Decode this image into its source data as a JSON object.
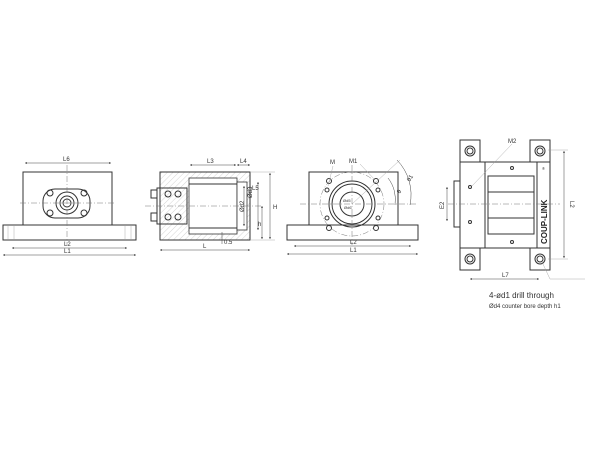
{
  "front_view": {
    "labels": {
      "top_width": "L6",
      "hole_pitch": "L2",
      "overall_length": "L1"
    }
  },
  "section_view": {
    "labels": {
      "body_depth": "L3",
      "counterbore_depth": "L4",
      "step": "L5",
      "bore_d2": "Ød2",
      "bore_d3": "Ød3",
      "height": "H",
      "center_height": "h",
      "clearance": "0.5",
      "length": "L"
    }
  },
  "end_view": {
    "labels": {
      "thread_m": "M",
      "thread_m1": "M1",
      "angle_1": "θ1",
      "angle_2": "θ",
      "inner_d5": "Ød5",
      "inner_d6": "Ød6",
      "hole_pitch": "L2",
      "overall_length": "L1"
    }
  },
  "top_view": {
    "labels": {
      "thread_m2": "M2",
      "width_e2": "E2",
      "hole_pitch": "L2",
      "hole_pitch_l7": "L7",
      "brand": "COUP-LINK",
      "registered": "®"
    }
  },
  "note": {
    "line1": "4-ød1 drill through",
    "line2": "Ød4 counter bore depth h1"
  }
}
